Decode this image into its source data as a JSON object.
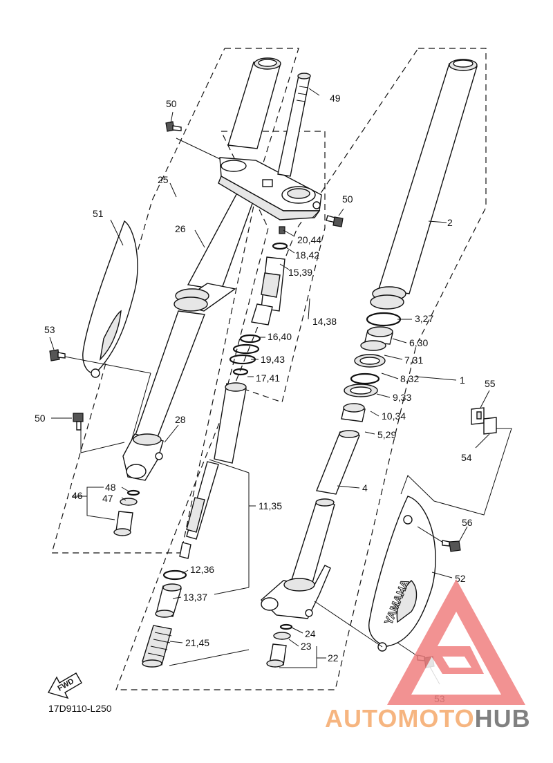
{
  "labels": {
    "l1": "1",
    "l2": "2",
    "l3": "3,27",
    "l4": "4",
    "l5": "5,29",
    "l6": "6,30",
    "l7": "7,31",
    "l8": "8,32",
    "l9": "9,33",
    "l10": "10,34",
    "l11": "11,35",
    "l12": "12,36",
    "l13": "13,37",
    "l14": "14,38",
    "l15": "15,39",
    "l16": "16,40",
    "l17": "17,41",
    "l18": "18,42",
    "l19": "19,43",
    "l20": "20,44",
    "l21": "21,45",
    "l22": "22",
    "l23": "23",
    "l24": "24",
    "l25": "25",
    "l26": "26",
    "l28": "28",
    "l46": "46",
    "l47": "47",
    "l48": "48",
    "l49": "49",
    "l50a": "50",
    "l50b": "50",
    "l50c": "50",
    "l51": "51",
    "l52": "52",
    "l53a": "53",
    "l53b": "53",
    "l54": "54",
    "l55": "55",
    "l56": "56"
  },
  "fwd_label": "FWD",
  "cover_brand": "YAMAHA",
  "diagram_code": "17D9110-L250",
  "watermark": {
    "part1": "AUTOMOTO",
    "part2": "HUB"
  },
  "colors": {
    "line": "#111111",
    "watermark_red": "#f08080",
    "watermark_orange": "#f5c07a",
    "watermark_grey": "#6b6b6b"
  }
}
